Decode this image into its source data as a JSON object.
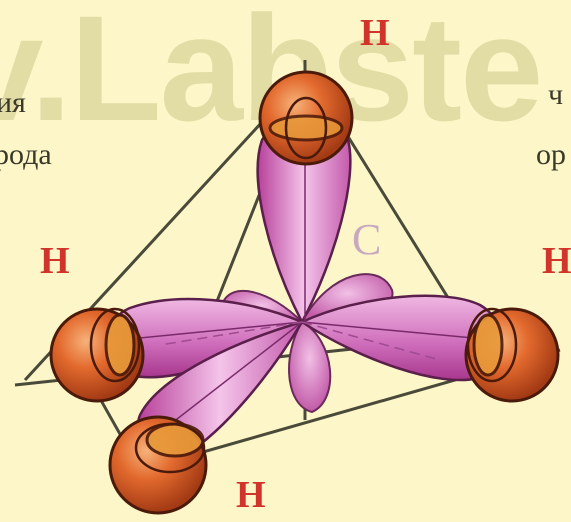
{
  "watermark": "v.Labste",
  "side_text": {
    "left_line1": "ия",
    "left_line2": "рода",
    "right_line1": "ч",
    "right_line2": "ор"
  },
  "labels": {
    "h_top": "H",
    "h_left": "H",
    "h_right": "H",
    "h_bottom": "H",
    "carbon": "C"
  },
  "colors": {
    "background": "#fdf6c8",
    "lobe": "#d873c4",
    "sphere": "#e0602a",
    "label_h": "#d0342a"
  }
}
